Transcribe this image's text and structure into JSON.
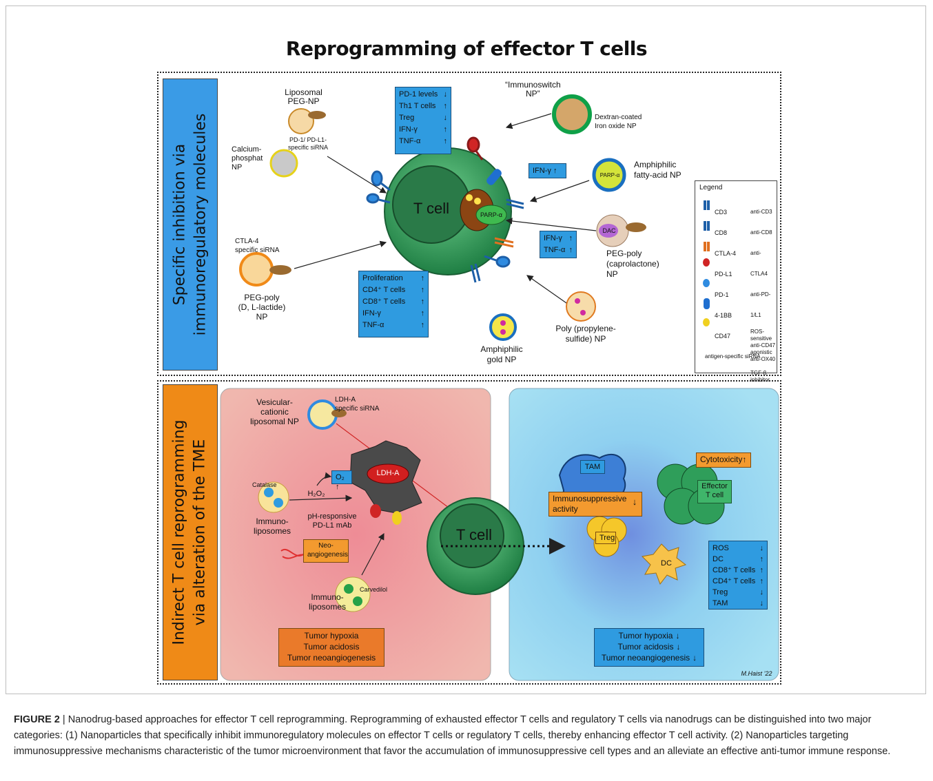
{
  "title": "Reprogramming of effector T cells",
  "colors": {
    "blue_box": "#2f9be0",
    "orange_box": "#f39a2f",
    "tcell": "#3aa05a",
    "red_panel": "#f0b4ae",
    "blue_panel": "#a9d9f0"
  },
  "top": {
    "sidebar": [
      "Specific inhibition via",
      "immunoregulatory molecules"
    ],
    "tcell": "T cell",
    "parp_label": "PARP-α",
    "np": {
      "liposomal": [
        "Liposomal",
        "PEG-NP"
      ],
      "sirna_pd": [
        "PD-1/ PD-L1-",
        "specific siRNA"
      ],
      "calcium": [
        "Calcium-",
        "phosphat",
        "NP"
      ],
      "ctla_sirna": [
        "CTLA-4",
        "specific siRNA"
      ],
      "pegpoly_dl": [
        "PEG-poly",
        "(D, L-lactide)",
        "NP"
      ],
      "immunoswitch": [
        "“Immunoswitch",
        "NP”"
      ],
      "dextran": [
        "Dextran-coated",
        "Iron oxide NP"
      ],
      "amphiphilic_fatty": [
        "Amphiphilic",
        "fatty-acid NP"
      ],
      "dac": "DAC",
      "pegpoly_cap": [
        "PEG-poly",
        "(caprolactone)",
        "NP"
      ],
      "poly_propylene": [
        "Poly (propylene-",
        "sulfide) NP"
      ],
      "amph_gold": [
        "Amphiphilic",
        "gold NP"
      ]
    },
    "box1": [
      [
        "PD-1 levels",
        "↓"
      ],
      [
        "Th1 T cells",
        "↑"
      ],
      [
        "Treg",
        "↓"
      ],
      [
        "IFN-γ",
        "↑"
      ],
      [
        "TNF-α",
        "↑"
      ]
    ],
    "box_ifn": "IFN-γ ↑",
    "box_dac": [
      [
        "IFN-γ",
        "↑"
      ],
      [
        "TNF-α",
        "↑"
      ]
    ],
    "box_prolif": [
      [
        "Proliferation",
        "↑"
      ],
      [
        "CD4⁺ T cells",
        "↑"
      ],
      [
        "CD8⁺ T cells",
        "↑"
      ],
      [
        "IFN-γ",
        "↑"
      ],
      [
        "TNF-α",
        "↑"
      ]
    ]
  },
  "legend": {
    "title": "Legend",
    "left": [
      "CD3",
      "CD8",
      "CTLA-4",
      "PD-L1",
      "PD-1",
      "4-1BB",
      "CD47"
    ],
    "right": [
      "anti-CD3",
      "anti-CD8",
      "anti-CTLA4",
      "anti-PD-1/L1",
      "ROS-sensitive anti-CD47",
      "agonistic anti-OX40",
      "TGF-ß inhibitor"
    ],
    "bottom": "antigen-specific siRNA"
  },
  "bottom": {
    "sidebar": [
      "Indirect T cell reprogramming",
      "via alteration of the TME"
    ],
    "vesicular": [
      "Vesicular-",
      "cationic",
      "liposomal NP"
    ],
    "ldha_sirna": [
      "LDH-A",
      "specific siRNA"
    ],
    "ldha": "LDH-A",
    "o2": "O₂ ↑",
    "h2o2": "H₂O₂",
    "catalase": "Catalase",
    "immunolipo1": [
      "Immuno-",
      "liposomes"
    ],
    "ph_mab": [
      "pH-responsive",
      "PD-L1 mAb"
    ],
    "neo": [
      "Neo-",
      "angiogenesis"
    ],
    "carvedilol": "Carvedilol",
    "immunolipo2": [
      "Immuno-",
      "liposomes"
    ],
    "tumor_left": [
      "Tumor hypoxia",
      "Tumor acidosis",
      "Tumor neoangiogenesis"
    ],
    "tcell": "T cell",
    "tam": "TAM",
    "immunosuppressive": [
      "Immunosuppressive",
      "activity"
    ],
    "treg": "Treg",
    "cytotoxicity": "Cytotoxicity↑",
    "effector": [
      "Effector",
      "T cell"
    ],
    "dc": "DC",
    "right_box": [
      [
        "ROS",
        "↓"
      ],
      [
        "DC",
        "↑"
      ],
      [
        "CD8⁺ T cells",
        "↑"
      ],
      [
        "CD4⁺ T cells",
        "↑"
      ],
      [
        "Treg",
        "↓"
      ],
      [
        "TAM",
        "↓"
      ]
    ],
    "tumor_right": [
      [
        "Tumor hypoxia",
        "↓"
      ],
      [
        "Tumor acidosis",
        "↓"
      ],
      [
        "Tumor neoangiogenesis",
        "↓"
      ]
    ],
    "signature": "M.Haist ’22"
  },
  "caption": {
    "label": "FIGURE 2",
    "text": " | Nanodrug-based approaches for effector T cell reprogramming. Reprogramming of exhausted effector T cells and regulatory T cells via nanodrugs can be distinguished into two major categories: (1) Nanoparticles that specifically inhibit immunoregulatory molecules on effector T cells or regulatory T cells, thereby enhancing effector T cell activity. (2) Nanoparticles targeting immunosuppressive mechanisms characteristic of the tumor microenvironment that favor the accumulation of immunosuppressive cell types and an alleviate an effective anti-tumor immune response."
  }
}
